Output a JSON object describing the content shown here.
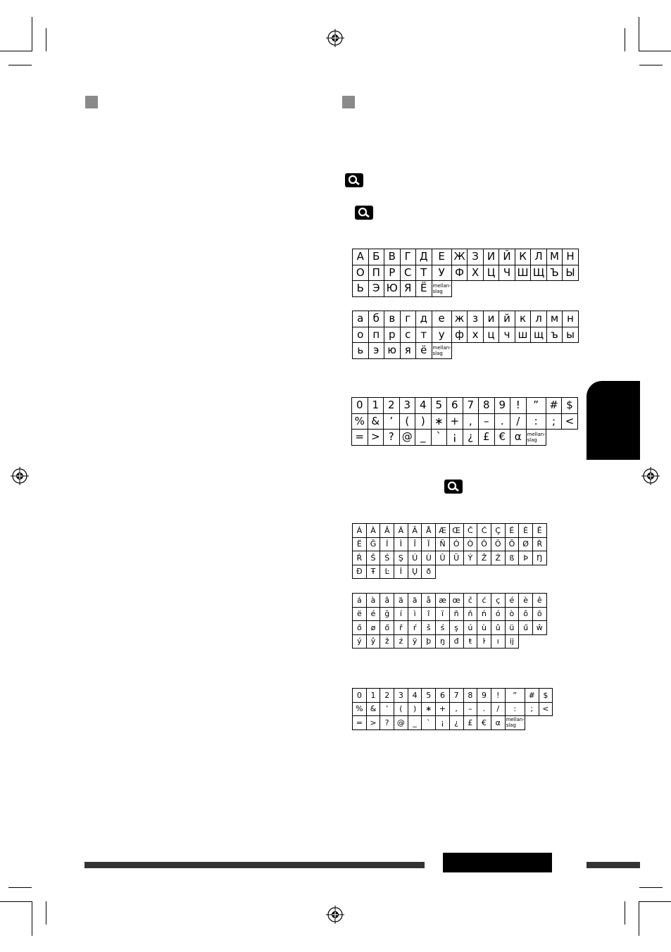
{
  "space_label": "mellan-slag",
  "tables": {
    "cyr_upper": [
      [
        "А",
        "Б",
        "В",
        "Г",
        "Д",
        "Е",
        "Ж",
        "З",
        "И",
        "Й",
        "К",
        "Л",
        "М",
        "Н"
      ],
      [
        "О",
        "П",
        "Р",
        "С",
        "Т",
        "У",
        "Ф",
        "Х",
        "Ц",
        "Ч",
        "Ш",
        "Щ",
        "Ъ",
        "Ы"
      ],
      [
        "Ь",
        "Э",
        "Ю",
        "Я",
        "Ё",
        "SP"
      ]
    ],
    "cyr_lower": [
      [
        "а",
        "б",
        "в",
        "г",
        "д",
        "е",
        "ж",
        "з",
        "и",
        "й",
        "к",
        "л",
        "м",
        "н"
      ],
      [
        "о",
        "п",
        "р",
        "с",
        "т",
        "у",
        "ф",
        "х",
        "ц",
        "ч",
        "ш",
        "щ",
        "ъ",
        "ы"
      ],
      [
        "ь",
        "э",
        "ю",
        "я",
        "ё",
        "SP"
      ]
    ],
    "sym_big": [
      [
        "0",
        "1",
        "2",
        "3",
        "4",
        "5",
        "6",
        "7",
        "8",
        "9",
        "!",
        "”",
        "#",
        "$"
      ],
      [
        "%",
        "&",
        "’",
        "(",
        ")",
        "∗",
        "+",
        ",",
        "–",
        ".",
        "/",
        ":",
        ";",
        "<"
      ],
      [
        "=",
        ">",
        "?",
        "@",
        "_",
        "`",
        "¡",
        "¿",
        "£",
        "€",
        "α",
        "SP"
      ]
    ],
    "lat_upper": [
      [
        "Á",
        "À",
        "Â",
        "Ä",
        "Ã",
        "Å",
        "Æ",
        "Œ",
        "Č",
        "Ć",
        "Ç",
        "É",
        "È",
        "Ê"
      ],
      [
        "Ë",
        "Ğ",
        "Í",
        "Ì",
        "Î",
        "Ï",
        "Ñ",
        "Ó",
        "Ò",
        "Ô",
        "Ö",
        "Õ",
        "Ø",
        "Ř"
      ],
      [
        "Ŕ",
        "Š",
        "Ś",
        "Ş",
        "Ú",
        "Ù",
        "Û",
        "Ü",
        "Ý",
        "Ž",
        "Ź",
        "ß",
        "Þ",
        "Ŋ"
      ],
      [
        "Đ",
        "Ŧ",
        "Ŀ",
        "İ",
        "Ų",
        "ð"
      ]
    ],
    "lat_lower": [
      [
        "á",
        "à",
        "â",
        "ä",
        "ã",
        "å",
        "æ",
        "œ",
        "č",
        "ć",
        "ç",
        "é",
        "è",
        "ê"
      ],
      [
        "ë",
        "é",
        "ğ",
        "í",
        "ì",
        "î",
        "ï",
        "ñ",
        "ň",
        "ń",
        "ó",
        "ò",
        "ô",
        "õ"
      ],
      [
        "ő",
        "ø",
        "ő",
        "ř",
        "ŕ",
        "š",
        "ś",
        "ş",
        "ú",
        "ù",
        "û",
        "ü",
        "ű",
        "ŵ"
      ],
      [
        "ý",
        "ŷ",
        "ž",
        "ź",
        "ÿ",
        "þ",
        "ŋ",
        "đ",
        "ŧ",
        "ŀ",
        "ı",
        "ij"
      ]
    ],
    "sym_small": [
      [
        "0",
        "1",
        "2",
        "3",
        "4",
        "5",
        "6",
        "7",
        "8",
        "9",
        "!",
        "”",
        "#",
        "$"
      ],
      [
        "%",
        "&",
        "’",
        "(",
        ")",
        "∗",
        "+",
        ",",
        "–",
        ".",
        "/",
        ":",
        ";",
        "<"
      ],
      [
        "=",
        ">",
        "?",
        "@",
        "_",
        "`",
        "¡",
        "¿",
        "£",
        "€",
        "α",
        "SP"
      ]
    ]
  }
}
